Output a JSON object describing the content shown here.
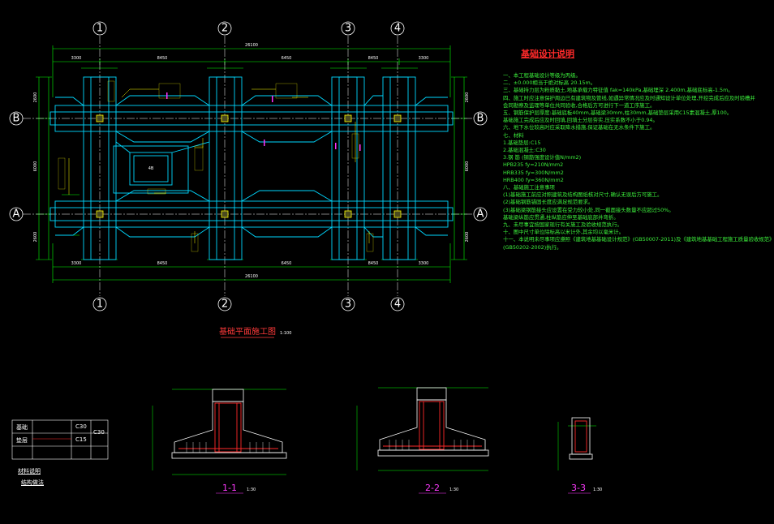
{
  "colors": {
    "background": "#000000",
    "axis": "#ffffff",
    "dimension": "#00ff00",
    "wall": "#00d8ff",
    "column": "#ffff00",
    "note_text": "#3cf03c",
    "title_red": "#ff2a2a",
    "magenta": "#ff30ff"
  },
  "grid_axes": {
    "vertical": [
      "1",
      "2",
      "3",
      "4"
    ],
    "horizontal": [
      "B",
      "A"
    ]
  },
  "dimensions": {
    "overall_top": "26100",
    "overall_bottom": "26100",
    "top_segments": [
      "3300",
      "8450",
      "6450",
      "8450",
      "3300"
    ],
    "bottom_segments": [
      "3300",
      "8450",
      "6450",
      "8450",
      "3300"
    ],
    "center_bay": "6450",
    "side_height": "6000",
    "left_segments": [
      "2600",
      "6000",
      "2600"
    ],
    "right_segments": [
      "2600",
      "6000",
      "2600"
    ]
  },
  "plan": {
    "title": "基础平面施工图",
    "scale": "1:100",
    "pit_label": "4B"
  },
  "notes": {
    "title": "基础设计说明",
    "lines": [
      "一、本工程基础设计等级为丙级。",
      "二、±0.000相当于绝对标高 20.15m。",
      "三、基础持力层为粉质黏土,地基承载力特征值 fak=140kPa,基础埋深 2.400m,基础底标高-1.5m。",
      "四、施工时应注意保护周边已有建筑物及管线,如遇异常情况应及时通知设计单位处理,开挖完成后应及时验槽并",
      "    会同勘察及监理等单位共同验收,合格后方可进行下一道工序施工。",
      "五、钢筋保护层厚度:基础底板40mm,基础梁30mm,柱30mm,基础垫层采用C15素混凝土,厚100。",
      "    基础施工完成后应及时回填,回填土分层夯实,压实系数不小于0.94。",
      "六、地下水位较高时应采取降水措施,保证基础在无水条件下施工。",
      "七、材料",
      "    1.基础垫层:C15",
      "    2.基础混凝土:C30",
      "    3.钢  筋  (钢筋强度设计值N/mm2)",
      "        HPB235      fy=210N/mm2",
      "        HRB335      fy=300N/mm2",
      "        HRB400      fy=360N/mm2",
      "八、基础施工注意事项",
      "    (1)基础施工前应对照建筑及结构图纸核对尺寸,确认无误后方可施工。",
      "    (2)基础钢筋锚固长度应满足规范要求。",
      "    (3)基础梁钢筋接头应设置在受力较小处,同一截面接头数量不应超过50%。",
      "        基础梁纵筋应贯通,柱纵筋应伸至基础底部并弯折。",
      "九、未尽事宜按国家现行有关施工及验收规范执行。",
      "十、图中尺寸单位除标高以米计外,其余均以毫米计。",
      "十一、本说明未尽事项应遵照《建筑地基基础设计规范》(GB50007-2011)及《建筑地基基础工程施工质量验收规范》",
      "    (GB50202-2002)执行。"
    ]
  },
  "table": {
    "rows": [
      [
        "C30",
        "C30"
      ],
      [
        "",
        ""
      ]
    ],
    "title1": "材料说明",
    "title2": "结构做法",
    "row_labels": [
      "基础",
      "垫层"
    ],
    "values": [
      "C30",
      "C15"
    ]
  },
  "sections": [
    {
      "label": "1-1",
      "scale": "1:30"
    },
    {
      "label": "2-2",
      "scale": "1:30"
    },
    {
      "label": "3-3",
      "scale": "1:30"
    }
  ]
}
